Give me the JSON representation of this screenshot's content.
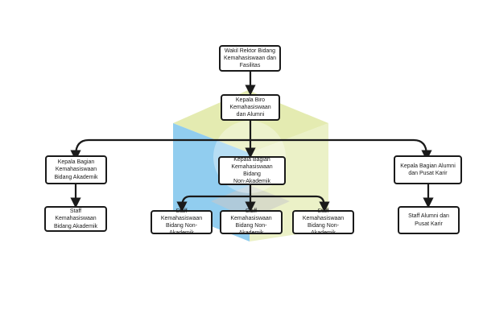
{
  "colors": {
    "stroke": "#1a1a1a",
    "box_fill": "#ffffff",
    "bg_yellow": "#dfe8a3",
    "bg_blue": "#7ec4ec",
    "bg_gray": "#c9c9c9"
  },
  "nodes": {
    "wakil_rektor": "Wakil Rektor Bidang\nKemahasiswaan dan\nFasilitas",
    "kepala_biro": "Kepala Biro\nKemahasiswaan\ndan Alumni",
    "kabag_akademik": "Kepala Bagian\nKemahasiswaan\nBidang Akademik",
    "kabag_non_akademik": "Kepala Bagian\nKemahasiswaan Bidang\nNon-Akademik",
    "kabag_alumni": "Kepala Bagian Alumni\ndan Pusat Karir",
    "staff_akademik": "Staff Kemahasiswaan\nBidang Akademik",
    "staff_non_akademik_1": "Staff Kemahasiswaan\nBidang Non-Akademik",
    "staff_non_akademik_2": "Staff Kemahasiswaan\nBidang Non-Akademik",
    "staff_non_akademik_3": "Staff Kemahasiswaan\nBidang Non-Akademik",
    "staff_alumni": "Staff Alumni dan\nPusat Karir"
  }
}
